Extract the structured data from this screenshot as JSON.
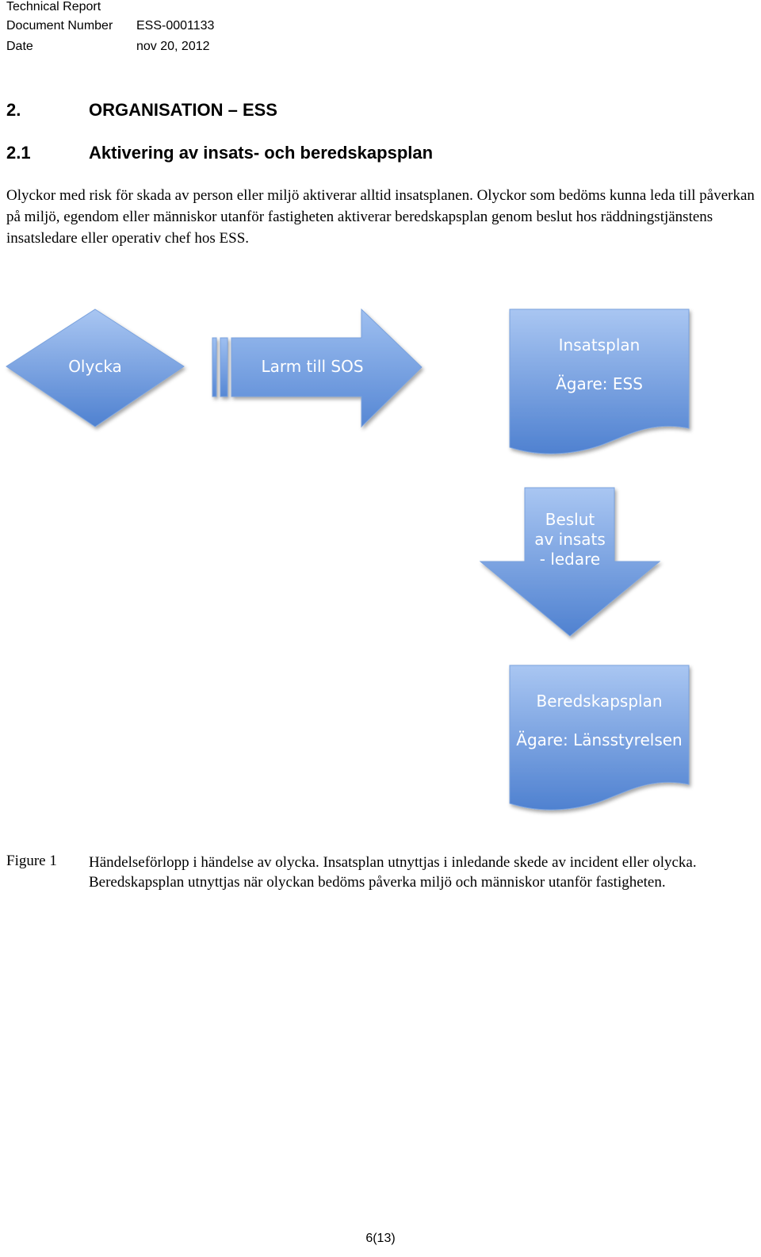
{
  "header": {
    "report_type": "Technical Report",
    "doc_number_label": "Document Number",
    "doc_number_value": "ESS-0001133",
    "date_label": "Date",
    "date_value": "nov 20, 2012"
  },
  "section": {
    "number": "2.",
    "title": "ORGANISATION – ESS"
  },
  "subsection": {
    "number": "2.1",
    "title": "Aktivering av insats- och beredskapsplan"
  },
  "body_text": "Olyckor med risk för skada av person eller miljö aktiverar alltid insatsplanen. Olyckor som bedöms kunna leda till påverkan på miljö, egendom eller människor utanför fastigheten aktiverar beredskapsplan genom beslut hos räddningstjänstens insatsledare eller operativ chef hos ESS.",
  "diagram": {
    "colors": {
      "light": "#a9c6f2",
      "dark": "#4f81d0",
      "stroke": "#7aa2de"
    },
    "nodes": {
      "olycka": "Olycka",
      "larm": "Larm till SOS",
      "insatsplan_title": "Insatsplan",
      "insatsplan_owner": "Ägare: ESS",
      "beslut_line1": "Beslut",
      "beslut_line2": "av insats",
      "beslut_line3": "- ledare",
      "beredskapsplan_title": "Beredskapsplan",
      "beredskapsplan_owner": "Ägare: Länsstyrelsen"
    }
  },
  "figure": {
    "label": "Figure 1",
    "caption": "Händelseförlopp i händelse av olycka. Insatsplan utnyttjas i inledande skede av incident eller olycka. Beredskapsplan utnyttjas när olyckan bedöms påverka miljö och människor utanför fastigheten."
  },
  "page_number": "6(13)"
}
